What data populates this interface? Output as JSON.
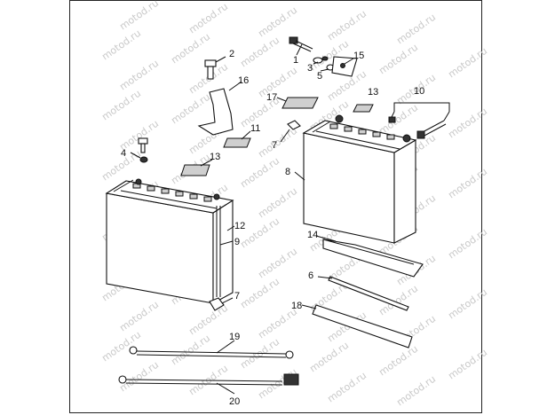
{
  "watermark": "motod.ru",
  "callouts": [
    {
      "id": "c1",
      "text": "1"
    },
    {
      "id": "c2",
      "text": "2"
    },
    {
      "id": "c3",
      "text": "3"
    },
    {
      "id": "c4",
      "text": "4"
    },
    {
      "id": "c5",
      "text": "5"
    },
    {
      "id": "c6",
      "text": "6"
    },
    {
      "id": "c7a",
      "text": "7"
    },
    {
      "id": "c7b",
      "text": "7"
    },
    {
      "id": "c8",
      "text": "8"
    },
    {
      "id": "c9",
      "text": "9"
    },
    {
      "id": "c10",
      "text": "10"
    },
    {
      "id": "c11",
      "text": "11"
    },
    {
      "id": "c12",
      "text": "12"
    },
    {
      "id": "c13a",
      "text": "13"
    },
    {
      "id": "c13b",
      "text": "13"
    },
    {
      "id": "c14",
      "text": "14"
    },
    {
      "id": "c15",
      "text": "15"
    },
    {
      "id": "c16",
      "text": "16"
    },
    {
      "id": "c17",
      "text": "17"
    },
    {
      "id": "c18",
      "text": "18"
    },
    {
      "id": "c19",
      "text": "19"
    },
    {
      "id": "c20",
      "text": "20"
    }
  ]
}
